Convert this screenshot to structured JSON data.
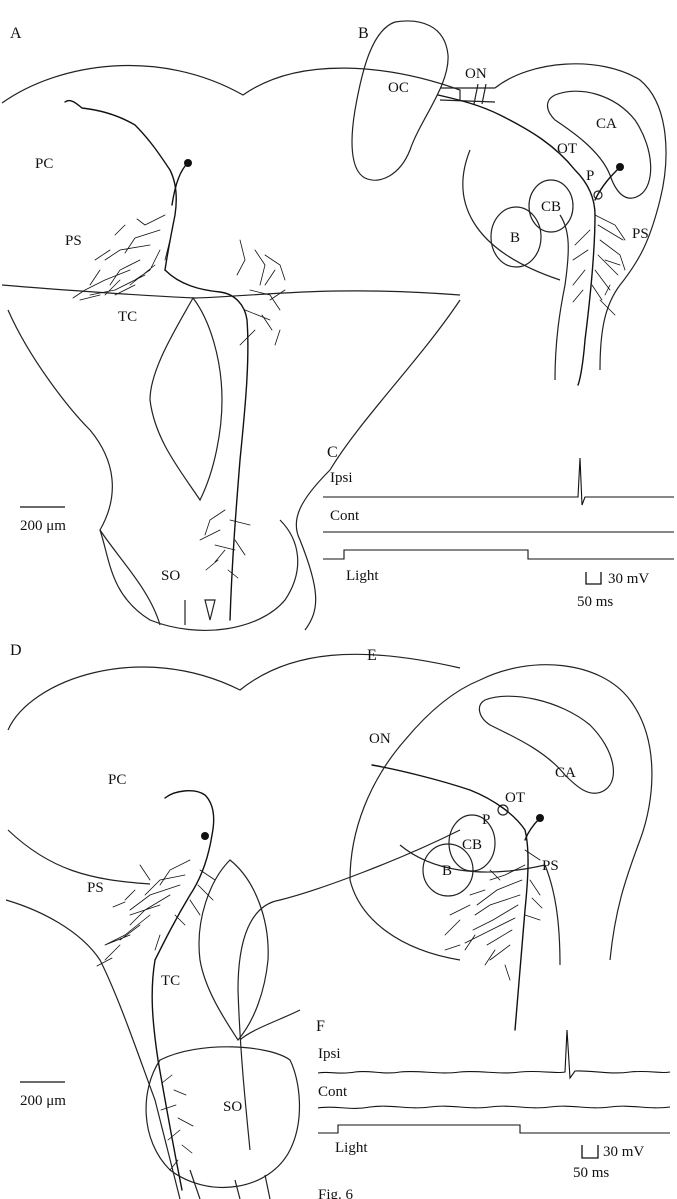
{
  "panels": {
    "A": {
      "letter": "A",
      "regions": [
        "PC",
        "PS",
        "TC",
        "SO"
      ],
      "scale_bar": "200 μm"
    },
    "B": {
      "letter": "B",
      "regions": [
        "OC",
        "ON",
        "CA",
        "OT",
        "P",
        "CB",
        "B",
        "PS"
      ]
    },
    "C": {
      "letter": "C",
      "traces": [
        "Ipsi",
        "Cont"
      ],
      "stimulus": "Light",
      "scale_v": "30 mV",
      "scale_t": "50 ms"
    },
    "D": {
      "letter": "D",
      "regions": [
        "PC",
        "PS",
        "TC",
        "SO"
      ],
      "scale_bar": "200 μm"
    },
    "E": {
      "letter": "E",
      "regions": [
        "ON",
        "CA",
        "OT",
        "P",
        "CB",
        "B",
        "PS"
      ]
    },
    "F": {
      "letter": "F",
      "traces": [
        "Ipsi",
        "Cont"
      ],
      "stimulus": "Light",
      "scale_v": "30 mV",
      "scale_t": "50 ms"
    }
  },
  "caption": "Fig. 6"
}
